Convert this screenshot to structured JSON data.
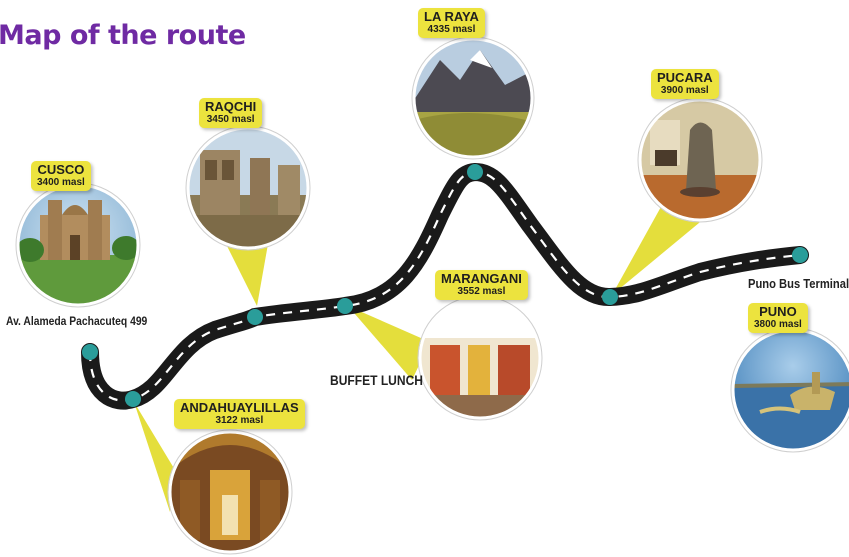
{
  "title": "Map of the route",
  "stops": [
    {
      "id": "cusco",
      "name": "CUSCO",
      "altitude": "3400 masl"
    },
    {
      "id": "raqchi",
      "name": "RAQCHI",
      "altitude": "3450 masl"
    },
    {
      "id": "la-raya",
      "name": "LA RAYA",
      "altitude": "4335 masl"
    },
    {
      "id": "pucara",
      "name": "PUCARA",
      "altitude": "3900 masl"
    },
    {
      "id": "marangani",
      "name": "MARANGANI",
      "altitude": "3552 masl"
    },
    {
      "id": "andahuaylillas",
      "name": "ANDAHUAYLILLAS",
      "altitude": "3122 masl"
    },
    {
      "id": "puno",
      "name": "PUNO",
      "altitude": "3800 masl"
    }
  ],
  "labels": {
    "start": "Av. Alameda Pachacuteq 499",
    "lunch": "BUFFET LUNCH",
    "end": "Puno Bus Terminal"
  },
  "colors": {
    "title": "#6f2aa3",
    "tag": "#ece33e",
    "road": "#1a1a1a",
    "node": "#2a9d9a",
    "pointer": "#e4de3c"
  }
}
